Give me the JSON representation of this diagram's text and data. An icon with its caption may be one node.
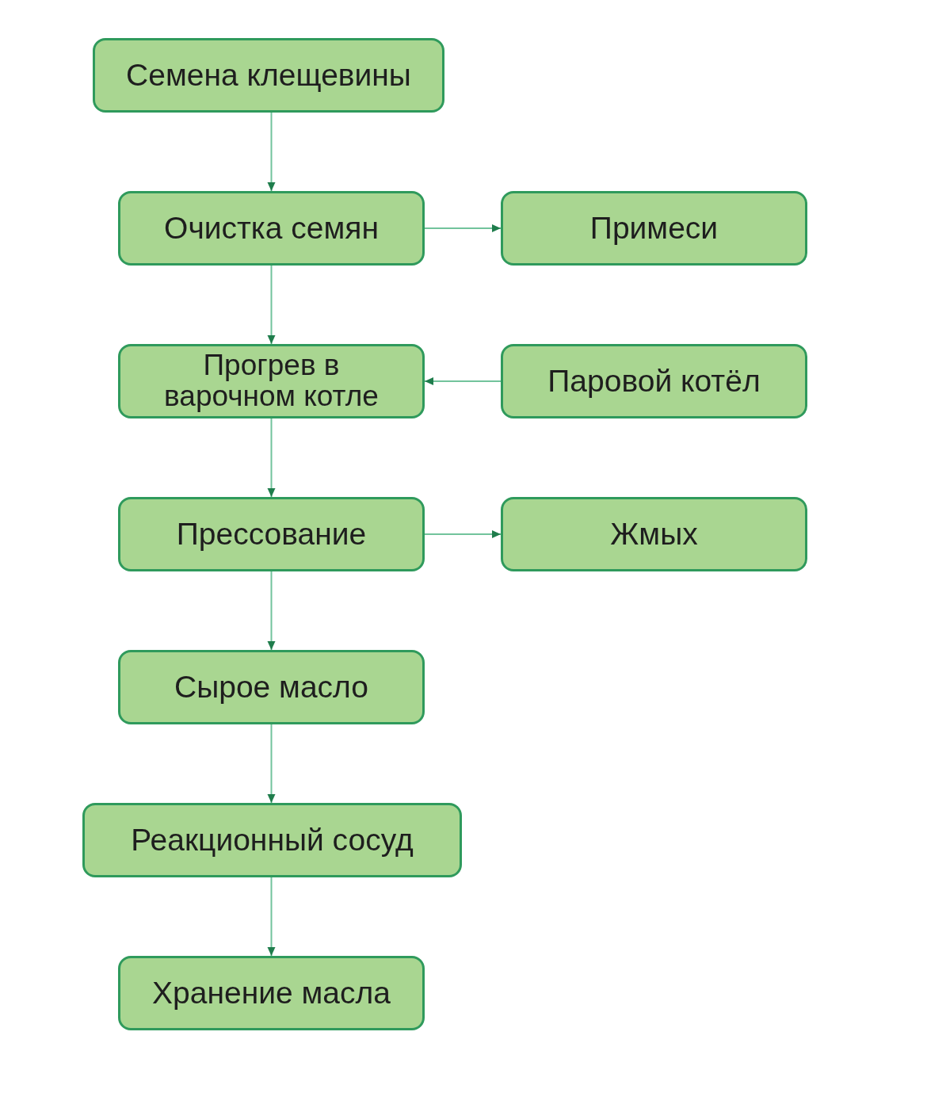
{
  "diagram": {
    "nodes": [
      {
        "text": [
          "Семена клещевины"
        ]
      },
      {
        "text": [
          "Очистка семян"
        ]
      },
      {
        "text": [
          "Примеси"
        ]
      },
      {
        "text": [
          "Прогрев в варочном котле"
        ]
      },
      {
        "text": [
          "Паровой котёл"
        ]
      },
      {
        "text": [
          "Прессование"
        ]
      },
      {
        "text": [
          "Жмых"
        ]
      },
      {
        "text": [
          "Сырое масло"
        ]
      },
      {
        "text": [
          "Реакционный сосуд"
        ]
      },
      {
        "text": [
          "Хранение масла"
        ]
      }
    ],
    "edges": [
      {
        "from": 0,
        "to": 1,
        "arrow": "to"
      },
      {
        "from": 1,
        "to": 2,
        "arrow": "to"
      },
      {
        "from": 1,
        "to": 3,
        "arrow": "to"
      },
      {
        "from": 4,
        "to": 3,
        "arrow": "to"
      },
      {
        "from": 3,
        "to": 5,
        "arrow": "to"
      },
      {
        "from": 5,
        "to": 6,
        "arrow": "to"
      },
      {
        "from": 5,
        "to": 7,
        "arrow": "to"
      },
      {
        "from": 7,
        "to": 8,
        "arrow": "to"
      },
      {
        "from": 8,
        "to": 9,
        "arrow": "to"
      }
    ]
  }
}
